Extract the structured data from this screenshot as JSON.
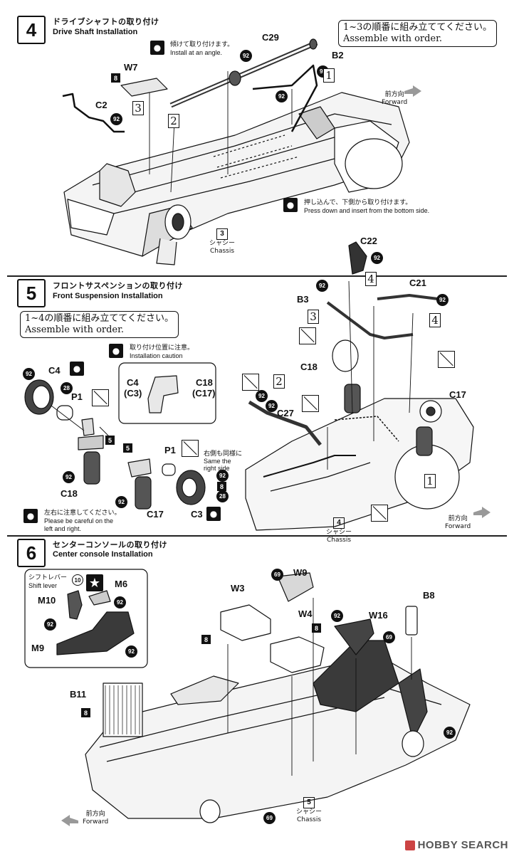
{
  "step4": {
    "number": "4",
    "title_jp": "ドライブシャフトの取り付け",
    "title_en": "Drive Shaft Installation",
    "order_note_jp": "1~3の順番に組み立ててください。",
    "order_note_en": "Assemble with order.",
    "tilt_jp": "傾けて取り付けます。",
    "tilt_en": "Install at an angle.",
    "press_jp": "押し込んで、下側から取り付けます。",
    "press_en": "Press down and insert from the bottom side.",
    "forward_jp": "前方向",
    "forward_en": "Forward",
    "chassis_num": "3",
    "chassis_jp": "シャシー",
    "chassis_en": "Chassis",
    "parts": {
      "c29": "C29",
      "b2": "B2",
      "w7": "W7",
      "c2": "C2",
      "w7_tag": "8",
      "paint92": "92"
    },
    "order": [
      "1",
      "2",
      "3"
    ]
  },
  "step5": {
    "number": "5",
    "title_jp": "フロントサスペンションの取り付け",
    "title_en": "Front Suspension Installation",
    "order_note_jp": "1~4の順番に組み立ててください。",
    "order_note_en": "Assemble with order.",
    "caution_jp": "取り付け位置に注意。",
    "caution_en": "Installation caution",
    "careful_jp": "左右に注意してください。",
    "careful_en_1": "Please be careful on the",
    "careful_en_2": "left and right.",
    "same_jp": "右側も同様に",
    "same_en_1": "Same the",
    "same_en_2": "right side",
    "forward_jp": "前方向",
    "forward_en": "Forward",
    "chassis_num": "4",
    "chassis_jp": "シャシー",
    "chassis_en": "Chassis",
    "parts": {
      "c4": "C4",
      "p1": "P1",
      "c18": "C18",
      "c17": "C17",
      "c3": "C3",
      "c4_c3_a": "C4",
      "c4_c3_b": "(C3)",
      "c18_c17_a": "C18",
      "c18_c17_b": "(C17)",
      "c22": "C22",
      "b3": "B3",
      "c21": "C21",
      "c27": "C27",
      "tag5": "5",
      "tag28": "28",
      "tag8": "8",
      "paint92": "92"
    },
    "order": [
      "1",
      "2",
      "3",
      "4"
    ]
  },
  "step6": {
    "number": "6",
    "title_jp": "センターコンソールの取り付け",
    "title_en": "Center console Installation",
    "shift_jp": "シフトレバー",
    "shift_en": "Shift lever",
    "shift_count": "10",
    "forward_jp": "前方向",
    "forward_en": "Forward",
    "chassis_num": "5",
    "chassis_jp": "シャシー",
    "chassis_en": "Chassis",
    "parts": {
      "m6": "M6",
      "m10": "M10",
      "m9": "M9",
      "w3": "W3",
      "w9": "W9",
      "w4": "W4",
      "w16": "W16",
      "b8": "B8",
      "b11": "B11",
      "tag8": "8",
      "tag69": "69",
      "paint92": "92"
    }
  },
  "watermark": "HOBBY SEARCH",
  "colors": {
    "ink": "#111111",
    "paper": "#ffffff",
    "shade": "#d8d8d8",
    "dark": "#3a3a3a"
  }
}
